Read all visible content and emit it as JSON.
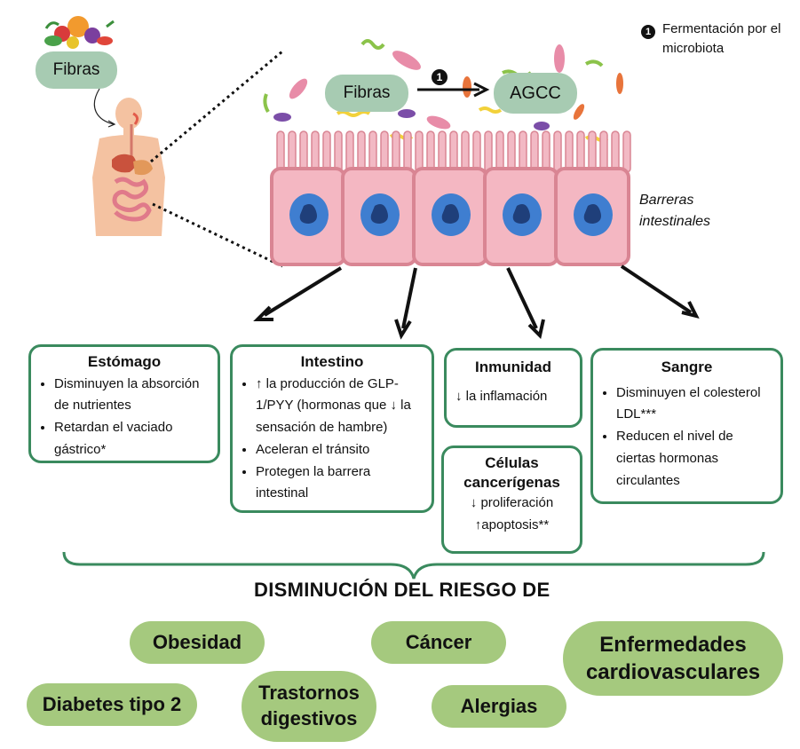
{
  "legend": {
    "marker": "1",
    "text_line1": "Fermentación por el",
    "text_line2": "microbiota"
  },
  "top": {
    "fibras_pill": "Fibras",
    "fibras_in_gut": "Fibras",
    "agcc": "AGCC",
    "step_marker": "1",
    "barrier_line1": "Barreras",
    "barrier_line2": "intestinales"
  },
  "boxes": {
    "estomago": {
      "title": "Estómago",
      "items": [
        "Disminuyen la absorción de nutrientes",
        " Retardan el vaciado gástrico*"
      ]
    },
    "intestino": {
      "title": "Intestino",
      "items": [
        "↑ la producción de GLP-1/PYY (hormonas que ↓ la sensación de hambre)",
        " Aceleran el tránsito",
        " Protegen la barrera intestinal"
      ]
    },
    "inmunidad": {
      "title": "Inmunidad",
      "text": "↓ la inflamación"
    },
    "celulas": {
      "title_line1": "Células",
      "title_line2": "cancerígenas",
      "line1": "↓ proliferación",
      "line2": "↑apoptosis**"
    },
    "sangre": {
      "title": "Sangre",
      "items": [
        "Disminuyen el colesterol LDL***",
        "Reducen el nivel de ciertas hormonas circulantes"
      ]
    }
  },
  "risk_title": "DISMINUCIÓN DEL RIESGO DE",
  "risks": {
    "obesidad": "Obesidad",
    "cancer": "Cáncer",
    "cardio_line1": "Enfermedades",
    "cardio_line2": "cardiovasculares",
    "diabetes": "Diabetes tipo 2",
    "trastornos_line1": "Trastornos",
    "trastornos_line2": "digestivos",
    "alergias": "Alergias"
  }
}
